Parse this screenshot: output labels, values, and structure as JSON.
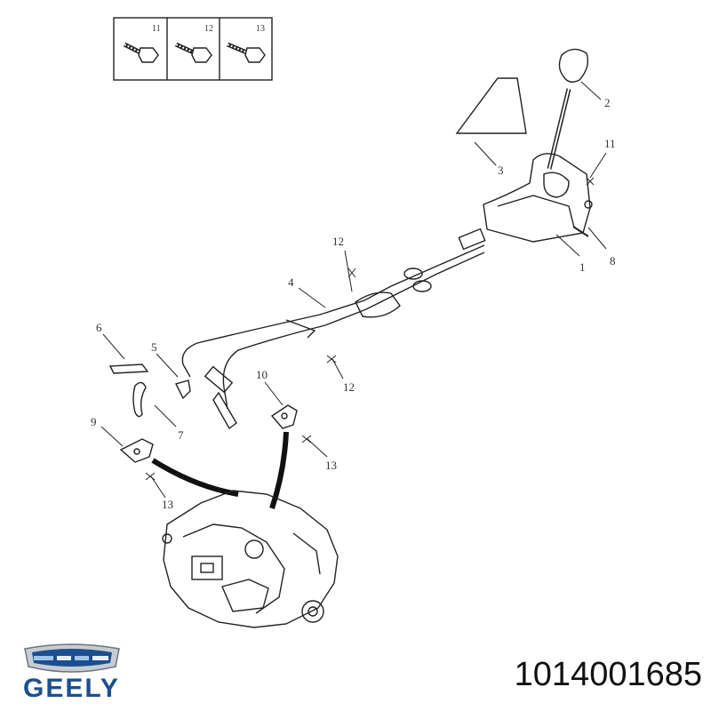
{
  "brand": {
    "name": "GEELY"
  },
  "part_number": "1014001685",
  "callouts": [
    {
      "id": "c1",
      "label": "1"
    },
    {
      "id": "c2",
      "label": "2"
    },
    {
      "id": "c3",
      "label": "3"
    },
    {
      "id": "c4",
      "label": "4"
    },
    {
      "id": "c5",
      "label": "5"
    },
    {
      "id": "c6",
      "label": "6"
    },
    {
      "id": "c7",
      "label": "7"
    },
    {
      "id": "c8",
      "label": "8"
    },
    {
      "id": "c9",
      "label": "9"
    },
    {
      "id": "c10",
      "label": "10"
    },
    {
      "id": "c11",
      "label": "11"
    },
    {
      "id": "c12a",
      "label": "12"
    },
    {
      "id": "c12b",
      "label": "12"
    },
    {
      "id": "c13a",
      "label": "13"
    },
    {
      "id": "c13b",
      "label": "13"
    }
  ],
  "fastener_box": [
    {
      "label": "11"
    },
    {
      "label": "12"
    },
    {
      "label": "13"
    }
  ]
}
